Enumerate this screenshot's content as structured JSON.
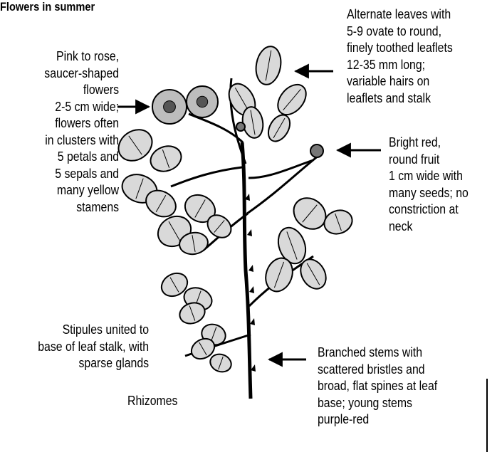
{
  "title": "Flowers in summer",
  "labels": {
    "flowers": [
      "Pink to rose,",
      "saucer-shaped",
      "flowers",
      "2-5 cm wide;",
      "flowers often",
      "in clusters with",
      "5 petals and",
      "5 sepals and",
      "many yellow",
      "stamens"
    ],
    "leaves": [
      "Alternate leaves with",
      "5-9 ovate to round,",
      "finely toothed leaflets",
      "12-35 mm long;",
      "variable hairs on",
      "leaflets and stalk"
    ],
    "fruit": [
      "Bright red,",
      "round fruit",
      "1 cm wide with",
      "many seeds; no",
      "constriction at",
      "neck"
    ],
    "stipules": [
      "Stipules united to",
      "base of leaf stalk, with",
      "sparse glands"
    ],
    "stems": [
      "Branched stems with",
      "scattered bristles and",
      "broad, flat spines at leaf",
      "base; young stems",
      "purple-red"
    ],
    "rhizomes": "Rhizomes"
  },
  "colors": {
    "ink": "#000000",
    "leaf_fill": "#d9d9d9",
    "background": "#ffffff"
  }
}
